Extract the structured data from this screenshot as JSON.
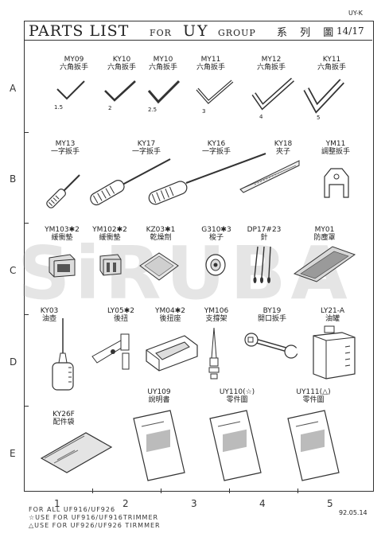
{
  "header": {
    "corner_code": "UY-K",
    "title": "PARTS LIST",
    "for": "FOR",
    "group": "UY",
    "group_word": "GROUP",
    "title_cn": "系 列 圖",
    "page": "14/17"
  },
  "watermark": "SiRUBA",
  "rows": [
    "A",
    "B",
    "C",
    "D",
    "E"
  ],
  "columns": [
    "1",
    "2",
    "3",
    "4",
    "5"
  ],
  "parts": {
    "my09": {
      "code": "MY09",
      "name": "六角扳手",
      "size": "1.5"
    },
    "ky10": {
      "code": "KY10",
      "name": "六角扳手",
      "size": "2"
    },
    "my10": {
      "code": "MY10",
      "name": "六角扳手",
      "size": "2.5"
    },
    "my11": {
      "code": "MY11",
      "name": "六角扳手",
      "size": "3"
    },
    "my12": {
      "code": "MY12",
      "name": "六角扳手",
      "size": "4"
    },
    "ky11": {
      "code": "KY11",
      "name": "六角扳手",
      "size": "5"
    },
    "my13": {
      "code": "MY13",
      "name": "一字扳手"
    },
    "ky17": {
      "code": "KY17",
      "name": "一字扳手"
    },
    "ky16": {
      "code": "KY16",
      "name": "一字扳手"
    },
    "ky18": {
      "code": "KY18",
      "name": "夾子"
    },
    "ym11": {
      "code": "YM11",
      "name": "調整扳手"
    },
    "ym103": {
      "code": "YM103✱2",
      "name": "緩衝墊"
    },
    "ym102": {
      "code": "YM102✱2",
      "name": "緩衝墊"
    },
    "kz03": {
      "code": "KZ03✱1",
      "name": "乾燥劑"
    },
    "g310": {
      "code": "G310✱3",
      "name": "梭子"
    },
    "dp17": {
      "code": "DP17#23",
      "name": "針"
    },
    "my01": {
      "code": "MY01",
      "name": "防塵罩"
    },
    "ky03": {
      "code": "KY03",
      "name": "油壺"
    },
    "ly05": {
      "code": "LY05✱2",
      "name": "後扭"
    },
    "ym04": {
      "code": "YM04✱2",
      "name": "後扭座"
    },
    "ym106": {
      "code": "YM106",
      "name": "支撐架"
    },
    "by19": {
      "code": "BY19",
      "name": "開口扳手"
    },
    "ly21": {
      "code": "LY21-A",
      "name": "油罐"
    },
    "ky26f": {
      "code": "KY26F",
      "name": "配件袋"
    },
    "uy109": {
      "code": "UY109",
      "name": "說明書"
    },
    "uy110": {
      "code": "UY110(☆)",
      "name": "零件圖"
    },
    "uy111": {
      "code": "UY111(△)",
      "name": "零件圖"
    }
  },
  "footer": {
    "line1": "FOR ALL UF916/UF926",
    "line2": "☆USE FOR UF916/UF916TRIMMER",
    "line3": "△USE FOR UF926/UF926 TIRMMER",
    "date": "92.05.14"
  }
}
